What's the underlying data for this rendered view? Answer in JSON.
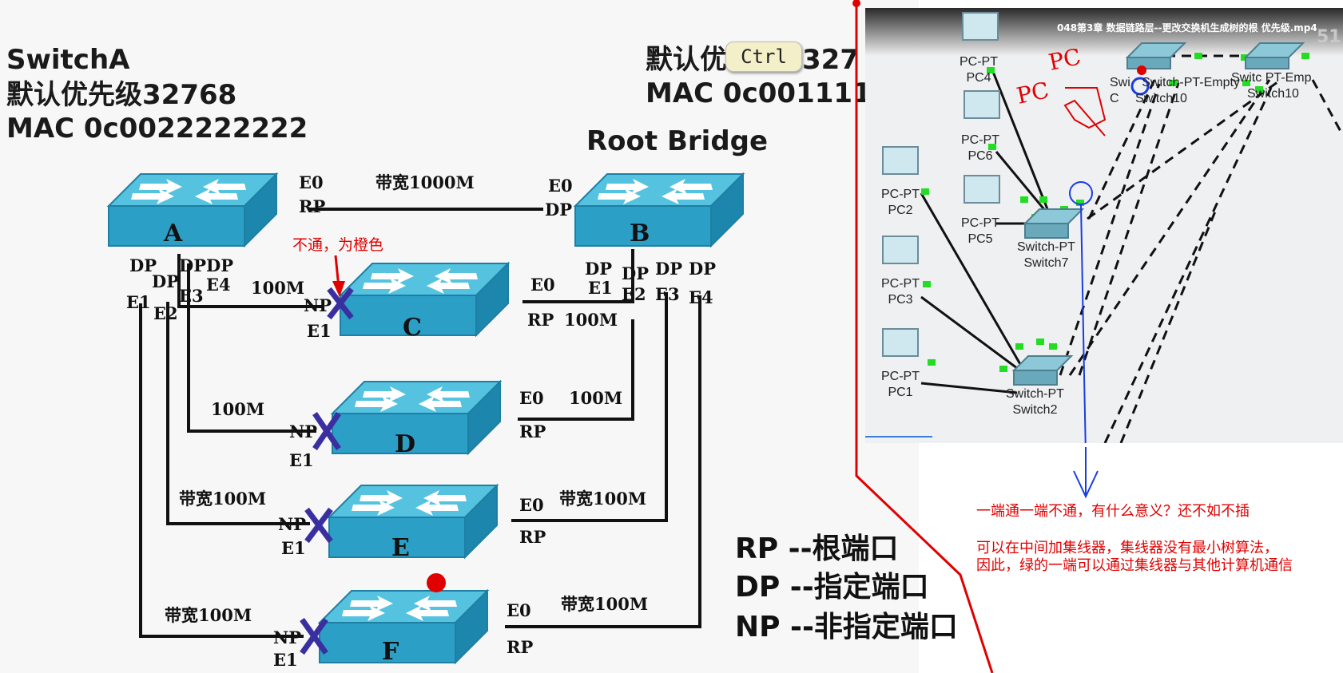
{
  "slide": {
    "switch_a_title": "SwitchA",
    "switch_a_priority": "默认优先级32768",
    "switch_a_mac": "MAC 0c0022222222",
    "right_priority_partial": "默认优",
    "right_priority_tail": "327",
    "right_mac": "MAC 0c001111",
    "root_bridge": "Root Bridge",
    "ctrl_key": "Ctrl",
    "orange_note": "不通，为橙色",
    "link_ab_bandwidth": "带宽1000M",
    "switches": {
      "a": "A",
      "b": "B",
      "c": "C",
      "d": "D",
      "e": "E",
      "f": "F"
    },
    "ports": {
      "a_e0": "E0",
      "a_rp": "RP",
      "b_e0": "E0",
      "b_dp": "DP",
      "a_dp1": "DP",
      "a_dp2": "DP",
      "a_dp3": "DP",
      "a_dp4": "DP",
      "a_e1": "E1",
      "a_e2": "E2",
      "a_e3": "E3",
      "a_e4": "E4",
      "b_dp1": "DP",
      "b_dp2": "DP",
      "b_dp3": "DP",
      "b_dp4": "DP",
      "b_e1": "E1",
      "b_e2": "E2",
      "b_e3": "E3",
      "b_e4": "E4",
      "c_np": "NP",
      "c_e1": "E1",
      "c_e0": "E0",
      "c_rp": "RP",
      "d_np": "NP",
      "d_e1": "E1",
      "d_e0": "E0",
      "d_rp": "RP",
      "e_np": "NP",
      "e_e1": "E1",
      "e_e0": "E0",
      "e_rp": "RP",
      "f_np": "NP",
      "f_e1": "E1",
      "f_e0": "E0",
      "f_rp": "RP"
    },
    "bandwidths": {
      "a_c": "100M",
      "c_b": "100M",
      "a_d": "100M",
      "d_b": "100M",
      "a_e": "带宽100M",
      "e_b": "带宽100M",
      "a_f": "带宽100M",
      "f_b": "带宽100M"
    },
    "legend": [
      "RP --根端口",
      "DP --指定端口",
      "NP --非指定端口"
    ]
  },
  "packet_tracer": {
    "title": "048第3章 数据链路层--更改交换机生成树的根 优先级.mp4",
    "watermark": "51",
    "handwriting": [
      "PC",
      "PC"
    ],
    "devices": [
      {
        "type": "PC-PT",
        "name": "PC4"
      },
      {
        "type": "PC-PT",
        "name": "PC6"
      },
      {
        "type": "PC-PT",
        "name": "PC5"
      },
      {
        "type": "PC-PT",
        "name": "PC2"
      },
      {
        "type": "PC-PT",
        "name": "PC3"
      },
      {
        "type": "PC-PT",
        "name": "PC1"
      },
      {
        "type": "Switch-PT",
        "name": "Switch7"
      },
      {
        "type": "Switch-PT",
        "name": "Switch2"
      },
      {
        "type": "Switch-PT-Empty",
        "name": "Switch10"
      },
      {
        "type": "Switch-PT-Empty",
        "name": "Switch10"
      }
    ],
    "overlap_text_1": "Swi",
    "overlap_text_2": "C",
    "overlap_text_3": "Switc",
    "overlap_text_4": "PT-Emp"
  },
  "comment": {
    "line1": "一端通一端不通，有什么意义？还不如不插",
    "line2": "可以在中间加集线器，集线器没有最小树算法，",
    "line3": "因此，绿的一端可以通过集线器与其他计算机通信"
  },
  "colors": {
    "switch_top": "#44b8da",
    "switch_side": "#1f8fb7",
    "annotation_red": "#e00000",
    "annotation_blue": "#1a3de0",
    "link_green": "#22dd22",
    "block_x": "#3a2fa0"
  }
}
